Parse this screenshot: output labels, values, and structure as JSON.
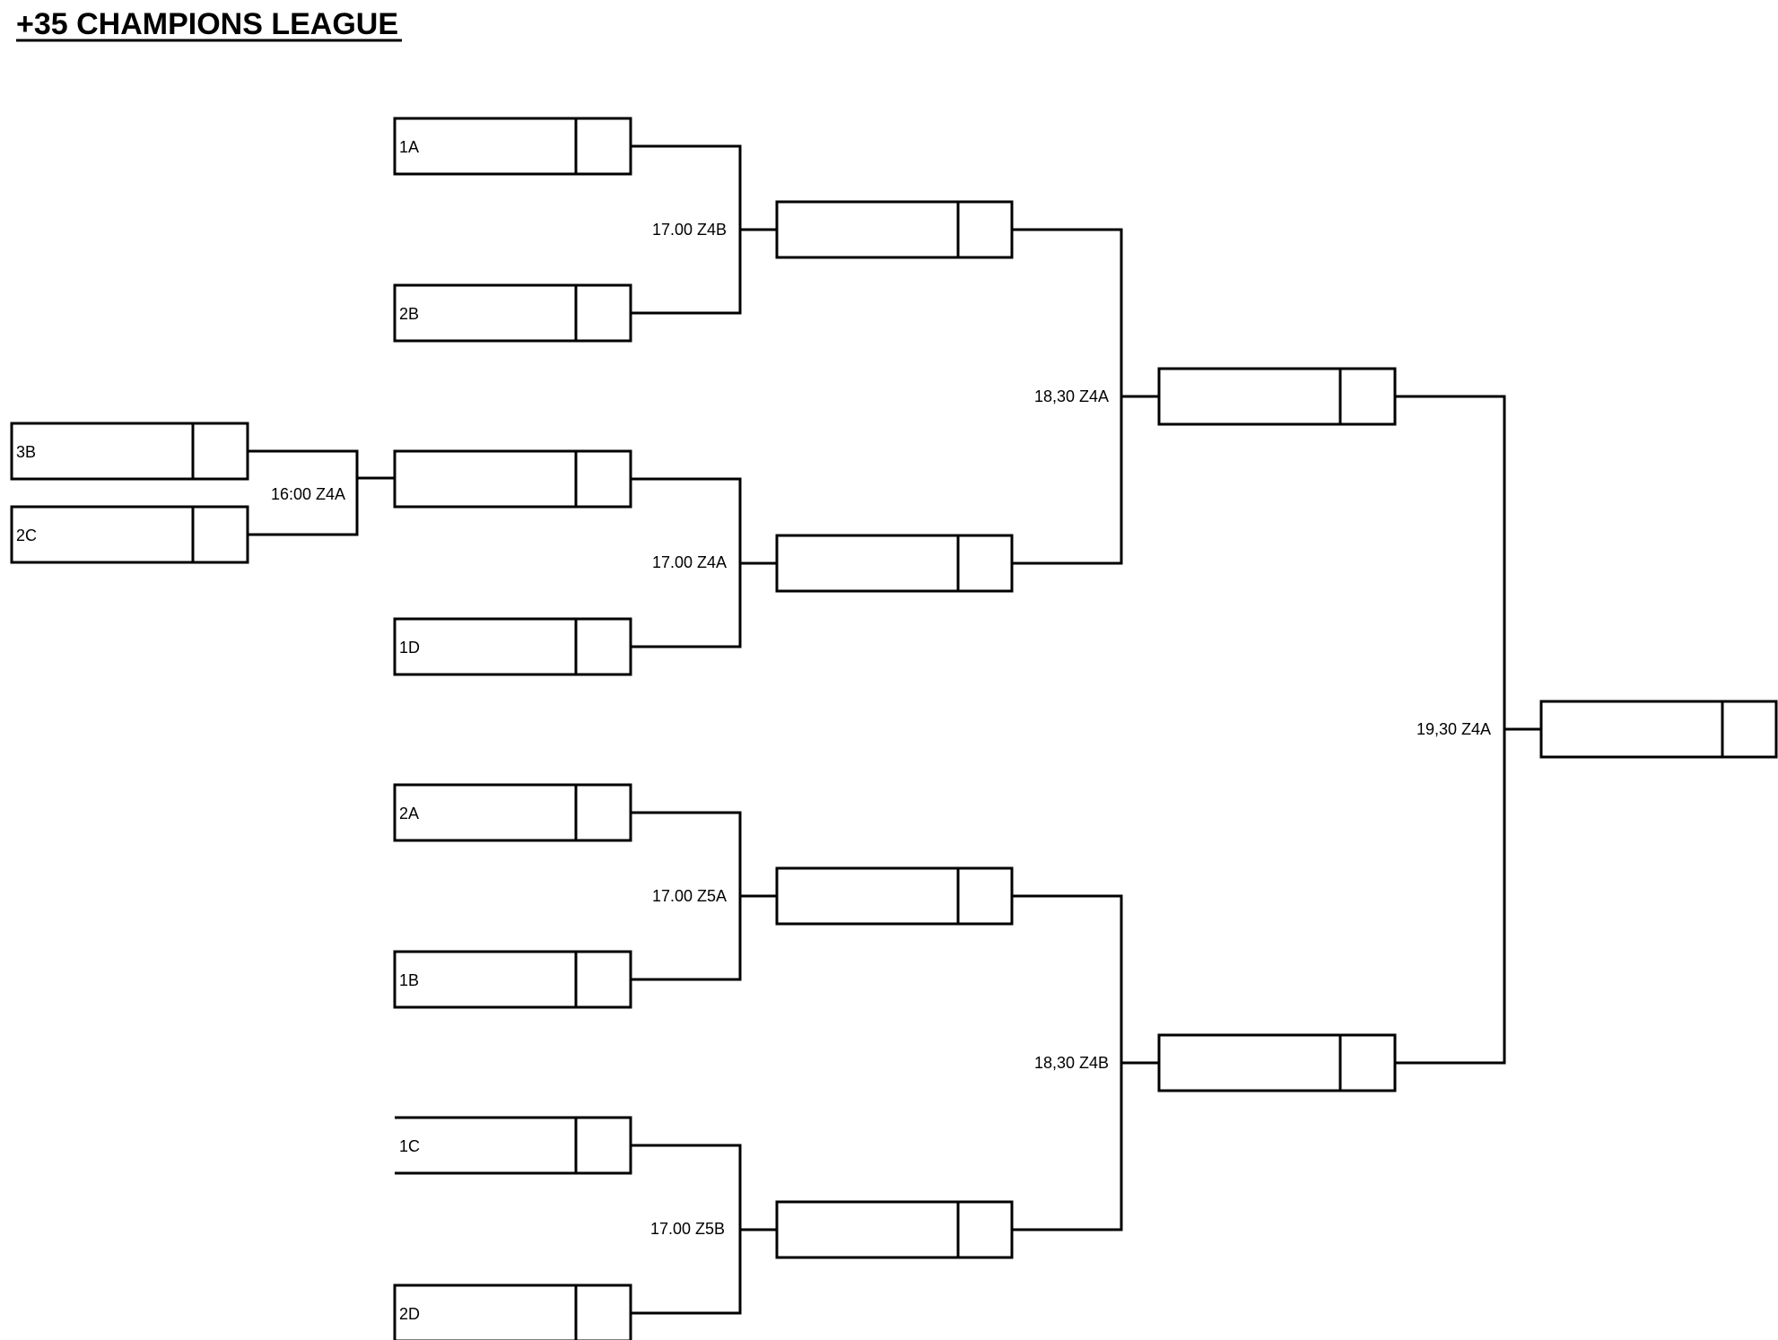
{
  "title": "+35 CHAMPIONS LEAGUE",
  "slots": {
    "1A": "1A",
    "2B": "2B",
    "3B": "3B",
    "2C": "2C",
    "1D": "1D",
    "2A": "2A",
    "1B": "1B",
    "1C": "1C",
    "2D": "2D"
  },
  "matches": {
    "playoff": "16:00 Z4A",
    "qf1": "17.00 Z4B",
    "qf2": "17.00 Z4A",
    "qf3": "17.00 Z5A",
    "qf4": "17.00 Z5B",
    "sf1": "18,30 Z4A",
    "sf2": "18,30 Z4B",
    "final": "19,30 Z4A"
  }
}
